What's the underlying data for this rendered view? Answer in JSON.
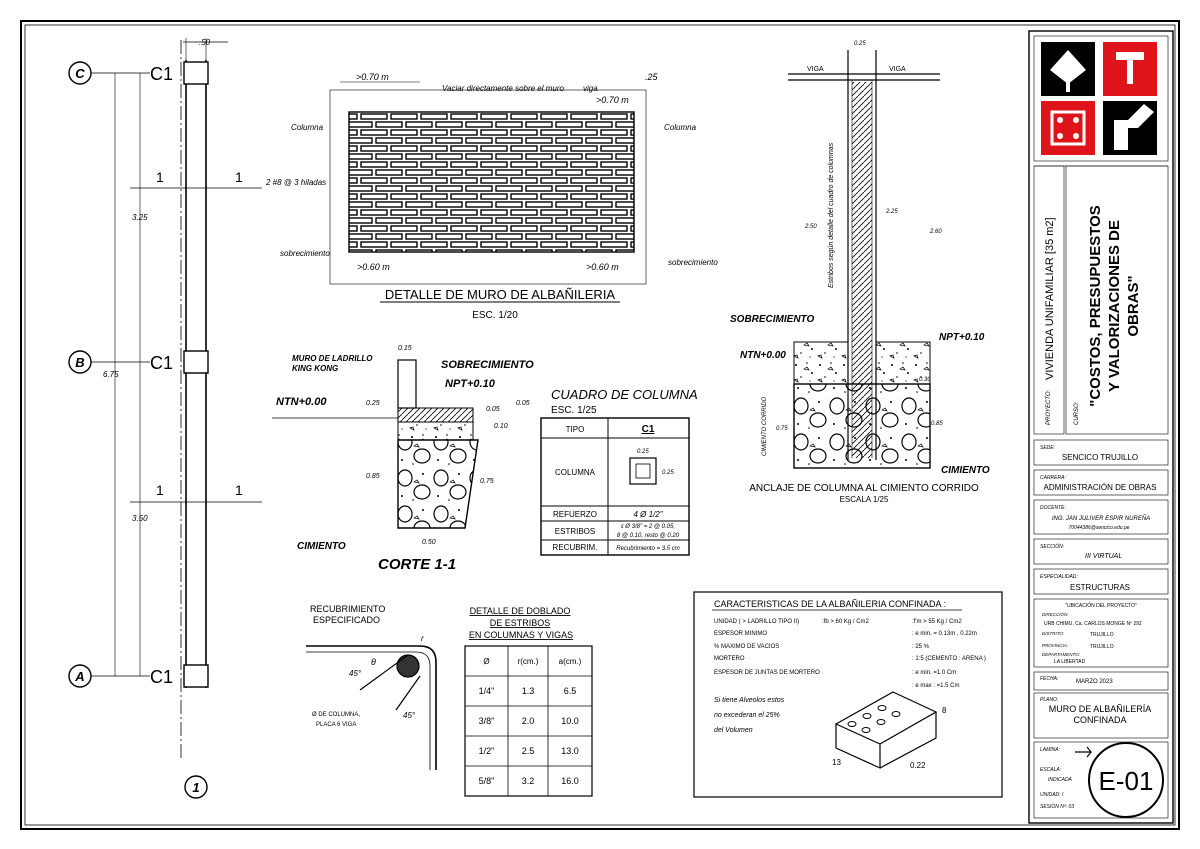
{
  "axes": {
    "rows": [
      {
        "label": "C",
        "col": "C1"
      },
      {
        "label": "B",
        "col": "C1"
      },
      {
        "label": "A",
        "col": "C1"
      }
    ],
    "col_label": "1",
    "section_mark": "1",
    "dim_top": ".50",
    "dim_total": "6.75",
    "dim_upper": "3.25",
    "dim_lower": "3.50"
  },
  "wall": {
    "title": "DETALLE DE MURO DE ALBAÑILERIA",
    "scale": "ESC. 1/20",
    "dim_left": ">0.70 m",
    "note_pour": "Vaciar directamente sobre el muro",
    "viga": "viga",
    "dim_25": ".25",
    "dim_right": ">0.70 m",
    "column_left": "Columna",
    "column_right": "Columna",
    "rebar_note": "2 #8 @ 3 hiladas",
    "sobre_left": "sobrecimiento",
    "sobre_right": "sobrecimiento",
    "dim_bottom_left": ">0.60 m",
    "dim_bottom_right": ">0.60 m"
  },
  "section": {
    "title": "CORTE 1-1",
    "muro": "MURO DE LADRILLO",
    "king": "KING KONG",
    "sobre": "SOBRECIMIENTO",
    "npt": "NPT+0.10",
    "ntn": "NTN+0.00",
    "cimiento": "CIMIENTO",
    "d_015": "0.15",
    "d_025": "0.25",
    "d_005a": "0.05",
    "d_005b": "0.05",
    "d_010": "0.10",
    "d_085": "0.85",
    "d_075": "0.75",
    "d_050": "0.50"
  },
  "column_table": {
    "title": "CUADRO DE COLUMNA",
    "scale": "ESC. 1/25",
    "h_tipo": "TIPO",
    "h_c1": "C1",
    "r_columna": "COLUMNA",
    "r_refuerzo": "REFUERZO",
    "v_refuerzo": "4 Ø 1/2\"",
    "r_estribos": "ESTRIBOS",
    "v_estribos1": "ɛ Ø 3/8\" = 2 @ 0.05,",
    "v_estribos2": "8 @ 0.10, resto @ 0.20",
    "r_recubrim": "RECUBRIM.",
    "v_recubrim": "Recubrimiento = 3.5 cm",
    "dim_a": "0.25",
    "dim_b": "0.25"
  },
  "anchor": {
    "title": "ANCLAJE DE COLUMNA AL CIMIENTO CORRIDO",
    "scale": "ESCALA 1/25",
    "viga1": "VIGA",
    "viga2": "VIGA",
    "d_top": "0.25",
    "estribos_note": "Estribos según detalle del cuadro de columnas",
    "d_250": "2.50",
    "d_225": "2.25",
    "d_260": "2.60",
    "sobre": "SOBRECIMIENTO",
    "npt": "NPT+0.10",
    "ntn": "NTN+0.00",
    "cimiento_side": "CIMIENTO CORRIDO",
    "cimiento": "CIMIENTO",
    "d_075": "0.75",
    "d_085": "0.85",
    "d_030": "0.30"
  },
  "bend": {
    "recubrimiento1": "RECUBRIMIENTO",
    "recubrimiento2": "ESPECIFICADO",
    "theta": "θ",
    "ang1": "45°",
    "ang2": "45°",
    "r": "r",
    "diam_note1": "Ø DE COLUMNA,",
    "diam_note2": "PLACA 6 VIGA",
    "table_title1": "DETALLE DE DOBLADO",
    "table_title2": "DE ESTRIBOS",
    "table_title3": "EN COLUMNAS Y VIGAS",
    "headers": [
      "Ø",
      "r(cm.)",
      "a(cm.)"
    ],
    "rows": [
      [
        "1/4\"",
        "1.3",
        "6.5"
      ],
      [
        "3/8\"",
        "2.0",
        "10.0"
      ],
      [
        "1/2\"",
        "2.5",
        "13.0"
      ],
      [
        "5/8\"",
        "3.2",
        "16.0"
      ]
    ]
  },
  "masonry": {
    "title": "CARACTERISTICAS DE LA ALBAÑILERIA  CONFINADA :",
    "rows": [
      {
        "label": "UNIDAD ( > LADRILLO TIPO II)",
        "mid": ":fb > 60 Kg / Cm2",
        "val": ":f'm > 55 Kg / Cm2"
      },
      {
        "label": "ESPESOR MINIMO",
        "mid": "",
        "val": ": e min. = 0.13m , 0.22m"
      },
      {
        "label": "% MAXIMO DE VACIOS",
        "mid": "",
        "val": ": 25 %"
      },
      {
        "label": "MORTERO",
        "mid": "",
        "val": ": 1:5 (CEMENTO : ARENA )"
      },
      {
        "label": "ESPESOR DE JUNTAS DE  MORTERO",
        "mid": "",
        "val": ": e min. =1.0 Cm"
      },
      {
        "label": "",
        "mid": "",
        "val": ": e max : =1.5 Cm"
      }
    ],
    "note1": "Si tiene Alveolos estos",
    "note2": "no excederan el 25%",
    "note3": "del Volumen",
    "dim_h": "8",
    "dim_w": "13",
    "dim_l": "0.22"
  },
  "titleblock": {
    "proyecto_label": "PROYECTO:",
    "proyecto": "VIVIENDA UNIFAMILIAR [35 m2]",
    "curso_label": "CURSO:",
    "curso1": "\"COSTOS, PRESUPUESTOS",
    "curso2": "Y VALORIZACIONES DE",
    "curso3": "OBRAS\"",
    "sede_label": "SEDE:",
    "sede": "SENCICO TRUJILLO",
    "carrera_label": "CARRERA:",
    "carrera": "ADMINISTRACIÓN DE OBRAS",
    "docente_label": "DOCENTE:",
    "docente": "ING. JAN JULIVER ESPIR NUREÑA",
    "docente_mail": "70044386@sencico.edu.pe",
    "seccion_label": "SECCIÓN:",
    "seccion": "III VIRTUAL",
    "especialidad_label": "ESPECIALIDAD:",
    "especialidad": "ESTRUCTURAS",
    "ubicacion": "\"UBICACIÓN DEL PROYECTO\"",
    "direccion_label": "DIRECCIÓN:",
    "direccion": "URB CHIMU, Ca. CARLOS MONGE Nº 292",
    "distrito_label": "DISTRITO:",
    "distrito": "TRUJILLO",
    "provincia_label": "PROVINCIA:",
    "provincia": "TRUJILLO",
    "departamento_label": "DEPARTAMENTO:",
    "departamento": "LA LIBERTAD",
    "fecha_label": "FECHA:",
    "fecha": "MARZO 2023",
    "plano_label": "PLANO:",
    "plano1": "MURO DE ALBAÑILERÍA",
    "plano2": "CONFINADA",
    "lamina_label": "LAMINA:",
    "escala_label": "ESCALA:",
    "escala": "INDICADA",
    "unidad_label": "UNIDAD: I",
    "sesion_label": "SESIÓN Nº: 03",
    "sheet": "E-01",
    "colors": {
      "black": "#000000",
      "red": "#e0141b"
    }
  }
}
